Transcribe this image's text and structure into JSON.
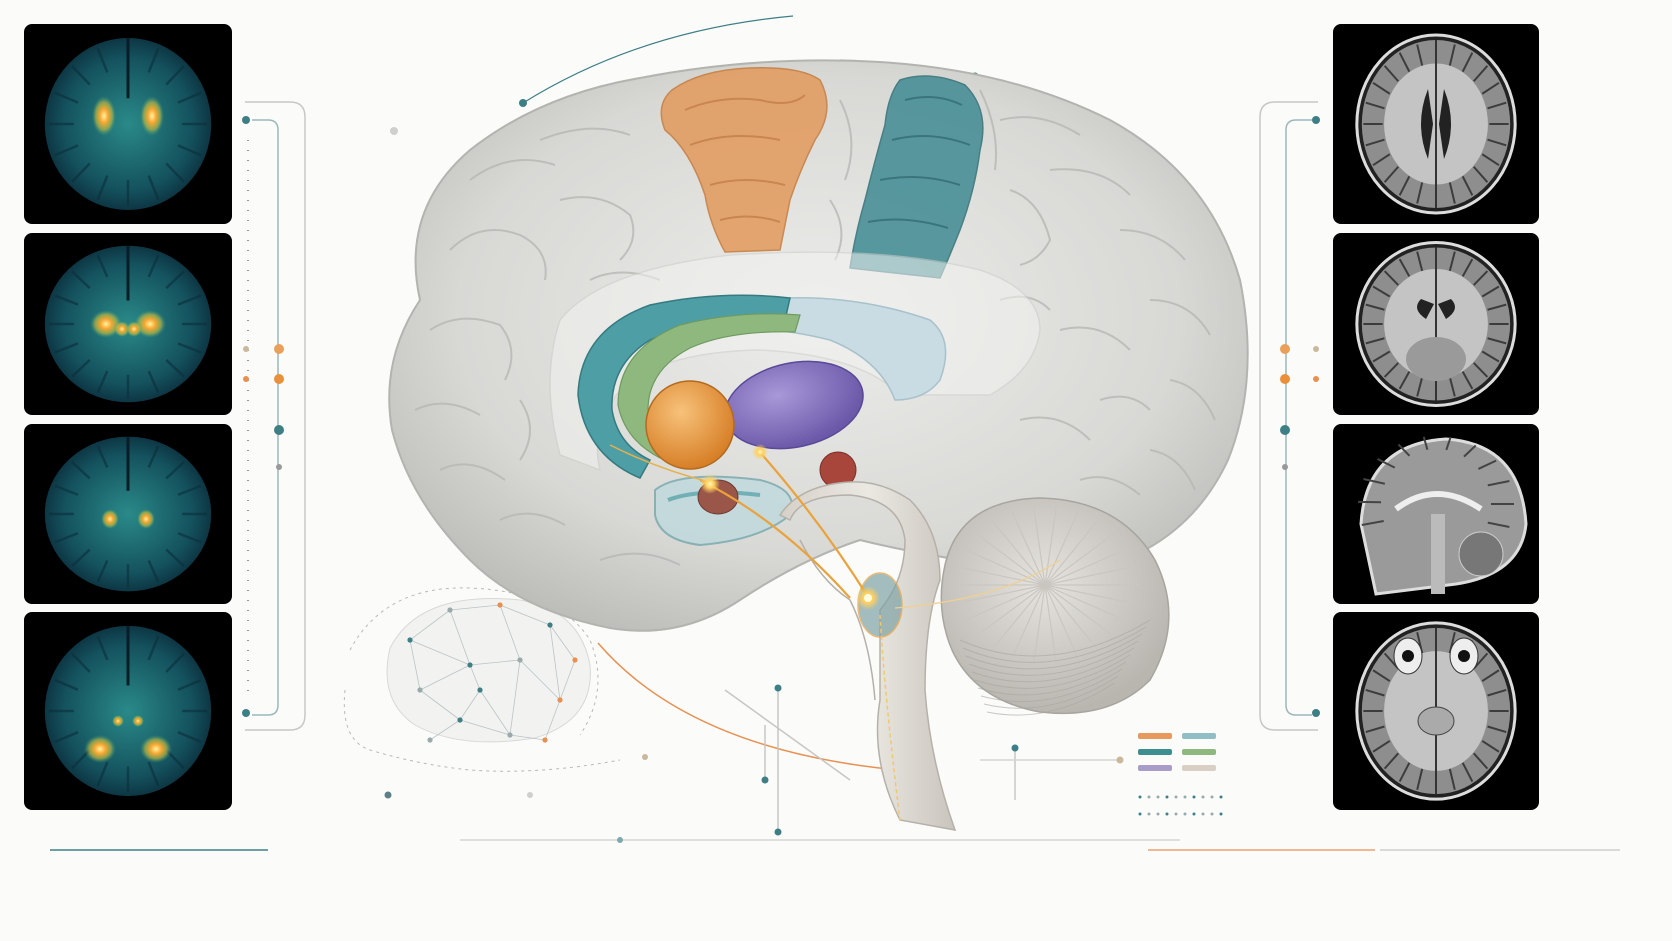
{
  "colors": {
    "background": "#fbfbfa",
    "panel_bg": "#000000",
    "motor_cortex_orange": "#e39a5c",
    "sensory_cortex_teal": "#3f8a92",
    "cingulate_teal": "#4d9ea5",
    "cingulate_green": "#8fb87f",
    "caudate_orange": "#e59a3e",
    "thalamus_purple": "#8a78c4",
    "amygdala_red": "#a9463b",
    "corpus_callosum_blue": "#c9dbe3",
    "brain_grey": "#d9d9d7",
    "accent_teal": "#3d7f85",
    "accent_orange": "#e89050",
    "accent_tan": "#c9b89a"
  },
  "pet_scans": [
    {
      "view": "axial-upper",
      "hotspot": "striatum"
    },
    {
      "view": "axial-mid",
      "hotspot": "basal-ganglia"
    },
    {
      "view": "axial-lower",
      "hotspot": "thalamus"
    },
    {
      "view": "axial-base",
      "hotspot": "occipital"
    }
  ],
  "mri_scans": [
    {
      "view": "axial"
    },
    {
      "view": "coronal"
    },
    {
      "view": "sagittal"
    },
    {
      "view": "axial-orbital"
    }
  ],
  "legend": [
    {
      "color": "#e89a5c"
    },
    {
      "color": "#8fbfc4"
    },
    {
      "color": "#3d8f8f"
    },
    {
      "color": "#8fb87f"
    },
    {
      "color": "#a89cc8"
    },
    {
      "color": "#d9cfc4"
    }
  ]
}
